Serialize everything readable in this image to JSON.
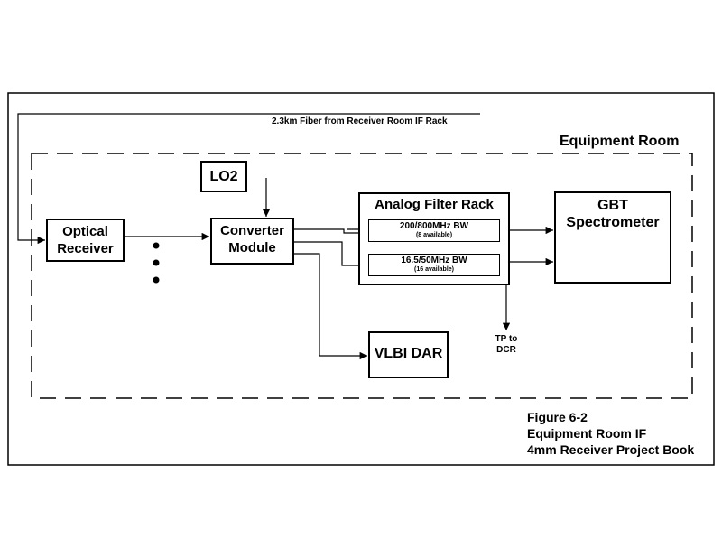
{
  "fiber": {
    "label": "2.3km Fiber from Receiver Room IF Rack"
  },
  "room": {
    "label": "Equipment Room"
  },
  "lo2": {
    "label": "LO2"
  },
  "optical_receiver": {
    "line1": "Optical",
    "line2": "Receiver"
  },
  "converter_module": {
    "line1": "Converter",
    "line2": "Module"
  },
  "analog_filter_rack": {
    "title": "Analog Filter Rack",
    "filter1": {
      "bw": "200/800MHz BW",
      "count": "(8 available)"
    },
    "filter2": {
      "bw": "16.5/50MHz BW",
      "count": "(16 available)"
    }
  },
  "gbt_spectrometer": {
    "line1": "GBT",
    "line2": "Spectrometer"
  },
  "vlbi_dar": {
    "label": "VLBI DAR"
  },
  "tp_dcr": {
    "line1": "TP to",
    "line2": "DCR"
  },
  "caption": {
    "line1": "Figure 6-2",
    "line2": "Equipment Room IF",
    "line3": "4mm Receiver Project Book"
  }
}
